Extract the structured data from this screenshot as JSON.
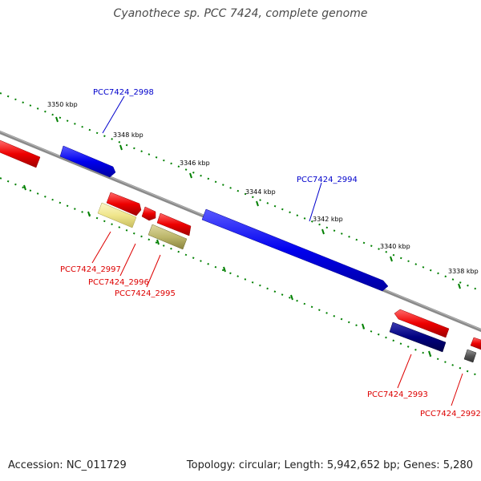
{
  "title": "Cyanothece sp. PCC 7424, complete genome",
  "footer": {
    "accession": "Accession: NC_011729",
    "summary": "Topology: circular; Length: 5,942,652 bp; Genes: 5,280"
  },
  "colors": {
    "backbone": "#8a8a8a",
    "forward_gene": "#0000ee",
    "reverse_gene": "#ee0000",
    "dark_gene": "#000080",
    "pale_gene": "#f0e68c",
    "olive_gene": "#bdb76b",
    "gray_gene": "#555555",
    "tick": "#008000",
    "label_forward": "#0000cc",
    "label_reverse": "#dd0000"
  },
  "scale_labels": [
    "3350 kbp",
    "3348 kbp",
    "3346 kbp",
    "3344 kbp",
    "3342 kbp",
    "3340 kbp",
    "3338 kbp"
  ],
  "gene_labels": [
    {
      "text": "PCC7424_2998",
      "strand": "forward"
    },
    {
      "text": "PCC7424_2994",
      "strand": "forward"
    },
    {
      "text": "PCC7424_2997",
      "strand": "reverse"
    },
    {
      "text": "PCC7424_2996",
      "strand": "reverse"
    },
    {
      "text": "PCC7424_2995",
      "strand": "reverse"
    },
    {
      "text": "PCC7424_2993",
      "strand": "reverse"
    },
    {
      "text": "PCC7424_2992",
      "strand": "reverse"
    }
  ]
}
